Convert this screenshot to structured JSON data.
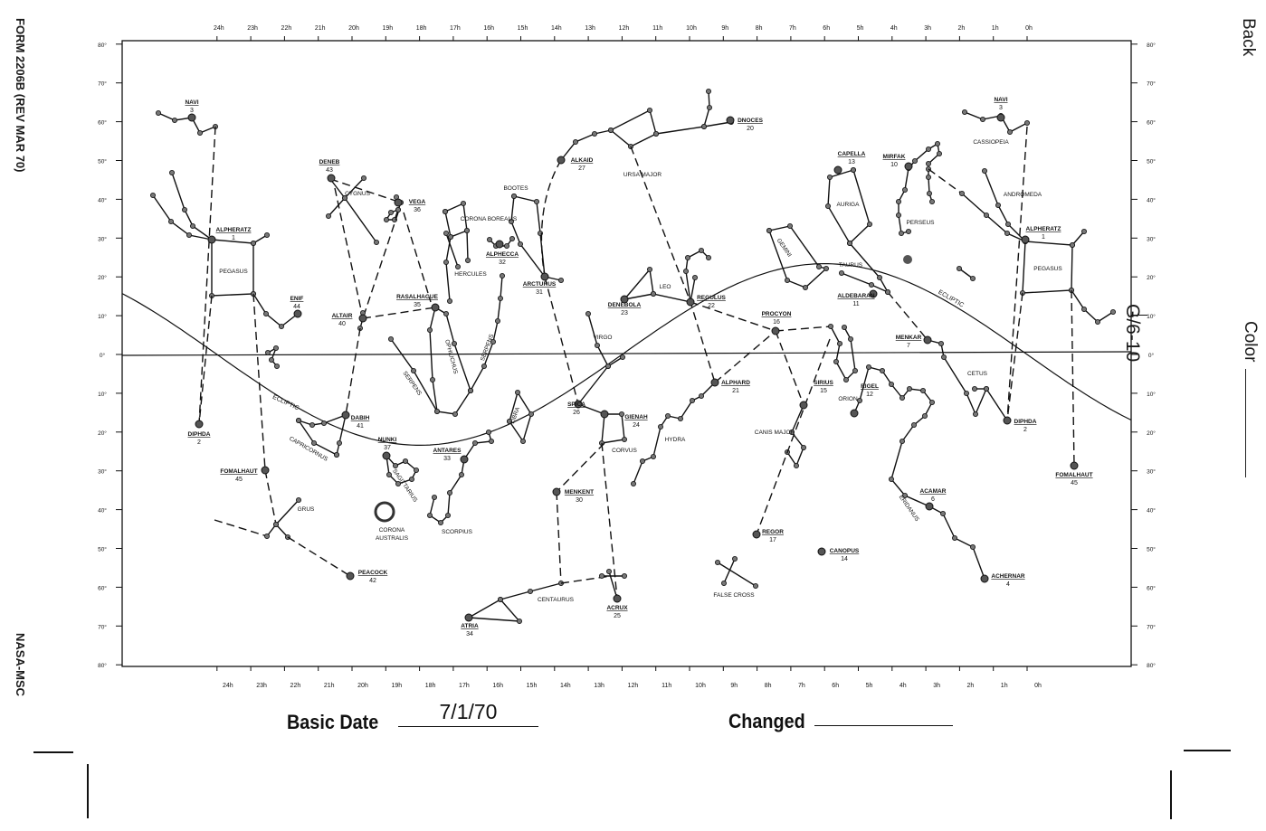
{
  "form": {
    "id": "FORM 2206B (REV MAR 70)",
    "org": "NASA-MSC",
    "side": "Back",
    "code": "G/6-10",
    "color_label": "Color"
  },
  "footer": {
    "basic_date_label": "Basic Date",
    "basic_date_value": "7/1/70",
    "changed_label": "Changed",
    "changed_value": ""
  },
  "axes": {
    "ra_labels": [
      "24h",
      "23h",
      "22h",
      "21h",
      "20h",
      "19h",
      "18h",
      "17h",
      "16h",
      "15h",
      "14h",
      "13h",
      "12h",
      "11h",
      "10h",
      "9h",
      "8h",
      "7h",
      "6h",
      "5h",
      "4h",
      "3h",
      "2h",
      "1h",
      "0h"
    ],
    "dec_labels_left": [
      "80°",
      "70°",
      "60°",
      "50°",
      "40°",
      "30°",
      "20°",
      "10°",
      "0°",
      "10°",
      "20°",
      "30°",
      "40°",
      "50°",
      "60°",
      "70°",
      "80°"
    ],
    "dec_labels_right": [
      "80°",
      "70°",
      "60°",
      "50°",
      "40°",
      "30°",
      "20°",
      "10°",
      "0°",
      "10°",
      "20°",
      "30°",
      "40°",
      "50°",
      "60°",
      "70°",
      "80°"
    ],
    "ecliptic_label": "ECLIPTIC"
  },
  "nav_stars": [
    {
      "name": "NAVI",
      "number": "3"
    },
    {
      "name": "ALPHERATZ",
      "number": "1"
    },
    {
      "name": "ENIF",
      "number": "44"
    },
    {
      "name": "DENEB",
      "number": "43"
    },
    {
      "name": "VEGA",
      "number": "36"
    },
    {
      "name": "ALTAIR",
      "number": "40"
    },
    {
      "name": "RASALHAGUE",
      "number": "35"
    },
    {
      "name": "ALPHECCA",
      "number": "32"
    },
    {
      "name": "ARCTURUS",
      "number": "31"
    },
    {
      "name": "ALKAID",
      "number": "27"
    },
    {
      "name": "DNOCES",
      "number": "20"
    },
    {
      "name": "DENEBOLA",
      "number": "23"
    },
    {
      "name": "REGULUS",
      "number": "22"
    },
    {
      "name": "PROCYON",
      "number": "16"
    },
    {
      "name": "CAPELLA",
      "number": "13"
    },
    {
      "name": "MIRFAK",
      "number": "10"
    },
    {
      "name": "ALDEBARAN",
      "number": "11"
    },
    {
      "name": "MENKAR",
      "number": "7"
    },
    {
      "name": "ALPHARD",
      "number": "21"
    },
    {
      "name": "SIRIUS",
      "number": "15"
    },
    {
      "name": "RIGEL",
      "number": "12"
    },
    {
      "name": "SPICA",
      "number": "26"
    },
    {
      "name": "GIENAH",
      "number": "24"
    },
    {
      "name": "DIPHDA",
      "number": "2"
    },
    {
      "name": "DABIH",
      "number": "41"
    },
    {
      "name": "NUNKI",
      "number": "37"
    },
    {
      "name": "ANTARES",
      "number": "33"
    },
    {
      "name": "FOMALHAUT",
      "number": "45"
    },
    {
      "name": "MENKENT",
      "number": "30"
    },
    {
      "name": "ACAMAR",
      "number": "6"
    },
    {
      "name": "REGOR",
      "number": "17"
    },
    {
      "name": "CANOPUS",
      "number": "14"
    },
    {
      "name": "PEACOCK",
      "number": "42"
    },
    {
      "name": "ACHERNAR",
      "number": "4"
    },
    {
      "name": "ACRUX",
      "number": "25"
    },
    {
      "name": "ATRIA",
      "number": "34"
    },
    {
      "name": "NAVI",
      "number": "3"
    },
    {
      "name": "ALPHERATZ",
      "number": "1"
    },
    {
      "name": "DIPHDA",
      "number": "2"
    },
    {
      "name": "FOMALHAUT",
      "number": "45"
    }
  ],
  "constellations": [
    "PEGASUS",
    "CYGNUS",
    "CORONA BOREALIS",
    "BOOTES",
    "HERCULES",
    "URSA MAJOR",
    "LEO",
    "VIRGO",
    "OPHIUCHUS",
    "SERPENS",
    "SERPENS",
    "GEMINI",
    "AURIGA",
    "PERSEUS",
    "TAURUS",
    "CASSIOPEIA",
    "ANDROMEDA",
    "PEGASUS",
    "CETUS",
    "ORION",
    "CANIS MAJOR",
    "HYDRA",
    "CORVUS",
    "LIBRA",
    "SCORPIUS",
    "CORONA",
    "AUSTRALIS",
    "SAGITTARIUS",
    "CAPRICORNUS",
    "GRUS",
    "CENTAURUS",
    "FALSE CROSS",
    "ERIDANUS"
  ]
}
